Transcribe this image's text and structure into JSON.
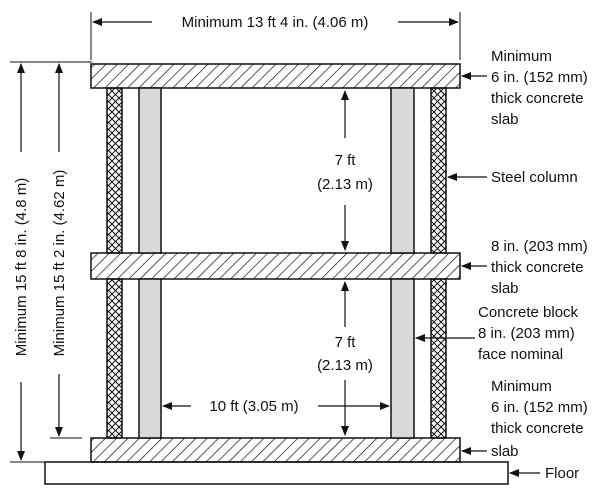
{
  "dimensions": {
    "overall_width": "Minimum 13 ft 4 in. (4.06 m)",
    "overall_height": "Minimum 15 ft 8 in. (4.8 m)",
    "inner_height": "Minimum 15 ft 2 in. (4.62 m)",
    "upper_clear_height": [
      "7 ft",
      "(2.13 m)"
    ],
    "lower_clear_height": [
      "7 ft",
      "(2.13 m)"
    ],
    "inner_span": "10 ft (3.05 m)"
  },
  "labels": {
    "top_slab": [
      "Minimum",
      "6 in. (152 mm)",
      "thick concrete",
      "slab"
    ],
    "steel_column": "Steel column",
    "middle_slab": [
      "8 in. (203 mm)",
      "thick concrete",
      "slab"
    ],
    "concrete_block": [
      "Concrete block",
      "8 in. (203 mm)",
      "face nominal"
    ],
    "bottom_slab": [
      "Minimum",
      "6 in. (152 mm)",
      "thick concrete",
      "slab"
    ],
    "floor": "Floor"
  },
  "colors": {
    "line": "#111111",
    "column_fill": "#d9d9d9",
    "hatch": "#111111"
  }
}
